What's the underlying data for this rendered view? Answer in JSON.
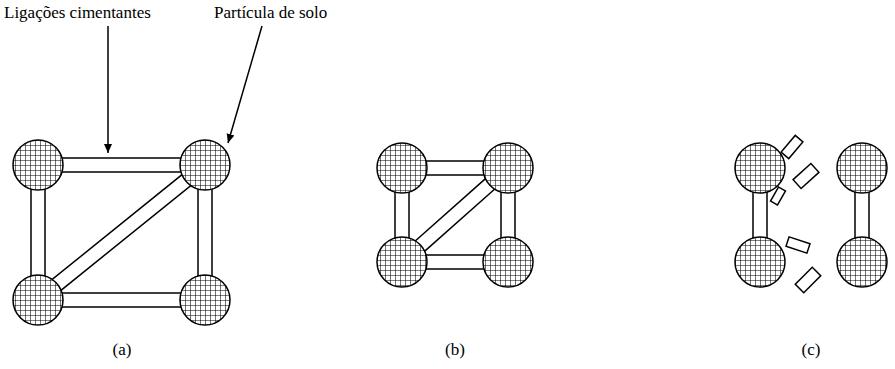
{
  "diagram": {
    "labels": [
      "Ligações cimentantes",
      "Partícula de solo",
      "(a)",
      "(b)",
      "(c)"
    ]
  }
}
